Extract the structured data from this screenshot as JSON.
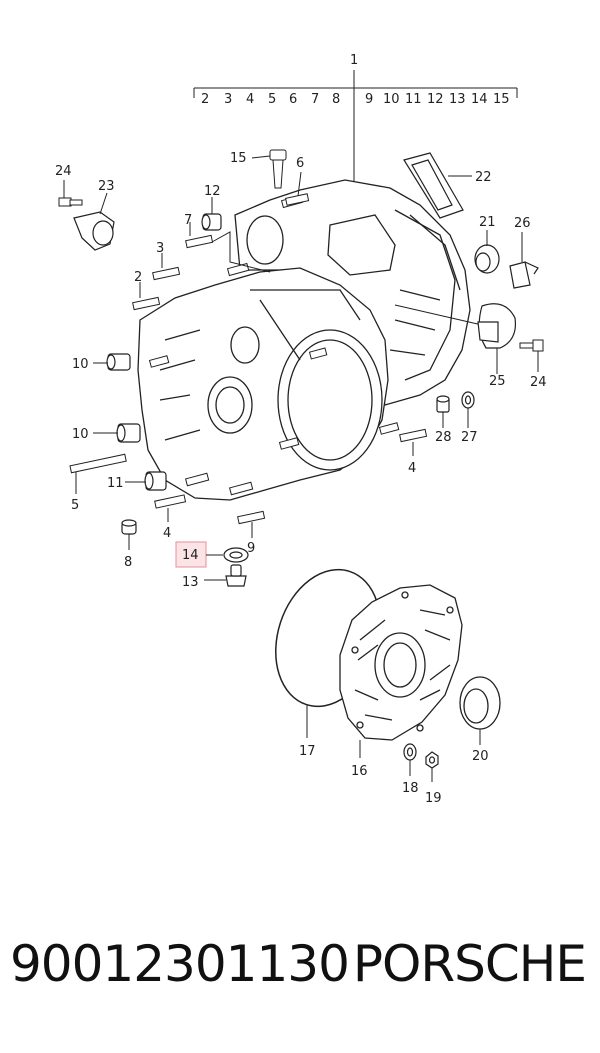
{
  "diagram": {
    "callouts": {
      "c1": "1",
      "r2": "2",
      "r3": "3",
      "r4": "4",
      "r5": "5",
      "r6": "6",
      "r7": "7",
      "r8": "8",
      "r9": "9",
      "r10": "10",
      "r11": "11",
      "r12": "12",
      "r13": "13",
      "r14": "14",
      "r15": "15",
      "p15": "15",
      "p6": "6",
      "p22": "22",
      "p24a": "24",
      "p23": "23",
      "p12": "12",
      "p7": "7",
      "p21": "21",
      "p26": "26",
      "p3": "3",
      "p2": "2",
      "p10a": "10",
      "p10b": "10",
      "p25": "25",
      "p24b": "24",
      "p28": "28",
      "p27": "27",
      "p4a": "4",
      "p11": "11",
      "p5": "5",
      "p4b": "4",
      "p9": "9",
      "p8": "8",
      "p14": "14",
      "p13": "13",
      "p17": "17",
      "p16": "16",
      "p20": "20",
      "p18": "18",
      "p19": "19"
    },
    "highlight_color": "#e8a0a8"
  },
  "footer": {
    "part_number": "90012301130",
    "brand": "PORSCHE"
  }
}
